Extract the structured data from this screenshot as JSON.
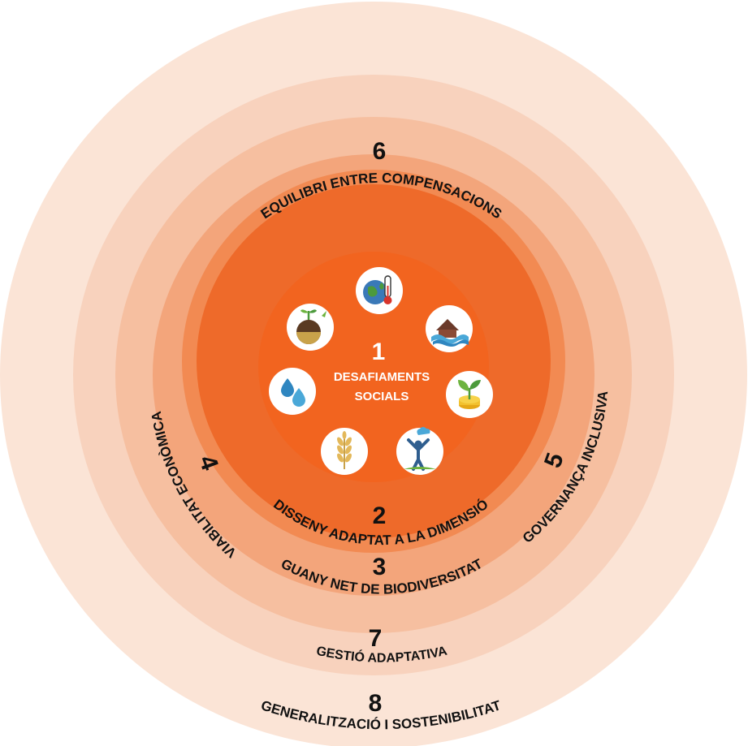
{
  "center": {
    "number": "1",
    "title_line1": "DESAFIAMENTS",
    "title_line2": "SOCIALS"
  },
  "rings": [
    {
      "number": "2",
      "label": "DISSENY ADAPTAT A LA DIMENSIÓ",
      "color": "#EE6A2A"
    },
    {
      "number": "3",
      "label": "GUANY NET DE BIODIVERSITAT",
      "color": "#F2925B"
    },
    {
      "number": "4",
      "label": "VIABILITAT ECONÒMICA",
      "color": "#F3A57B"
    },
    {
      "number": "5",
      "label": "GOVERNANÇA INCLUSIVA",
      "color": "#F3A57B"
    },
    {
      "number": "6",
      "label": "EQUILIBRI ENTRE COMPENSACIONS",
      "color": "#F6BFA0"
    },
    {
      "number": "7",
      "label": "GESTIÓ ADAPTATIVA",
      "color": "#F8D2BD"
    },
    {
      "number": "8",
      "label": "GENERALITZACIÓ I SOSTENIBILITAT",
      "color": "#FBE4D6"
    }
  ],
  "center_color": "#F2641F",
  "icons": [
    {
      "name": "climate-thermometer-icon"
    },
    {
      "name": "flood-house-icon"
    },
    {
      "name": "plant-coin-icon"
    },
    {
      "name": "wellbeing-person-icon"
    },
    {
      "name": "wheat-icon"
    },
    {
      "name": "water-drops-icon"
    },
    {
      "name": "soil-sprout-icon"
    }
  ]
}
